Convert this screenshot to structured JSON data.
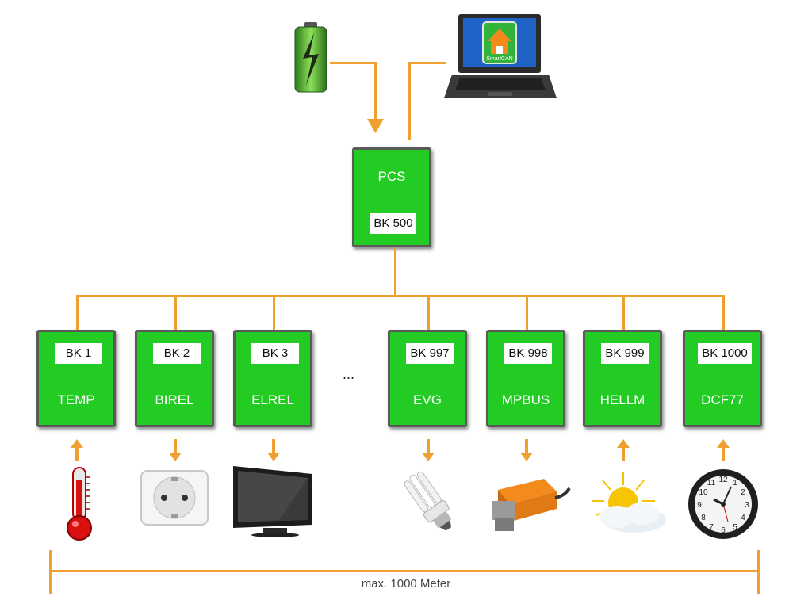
{
  "pcs": {
    "label": "PCS",
    "tag": "BK 500"
  },
  "modules": [
    {
      "tag": "BK 1",
      "label": "TEMP",
      "device_icon": "thermometer-icon",
      "flow": "up"
    },
    {
      "tag": "BK 2",
      "label": "BIREL",
      "device_icon": "power-socket-icon",
      "flow": "down"
    },
    {
      "tag": "BK 3",
      "label": "ELREL",
      "device_icon": "television-icon",
      "flow": "down"
    },
    {
      "tag": "BK 997",
      "label": "EVG",
      "device_icon": "energy-saving-lamp-icon",
      "flow": "down"
    },
    {
      "tag": "BK 998",
      "label": "MPBUS",
      "device_icon": "damper-actuator-icon",
      "flow": "down"
    },
    {
      "tag": "BK 999",
      "label": "HELLM",
      "device_icon": "sun-cloud-icon",
      "flow": "up"
    },
    {
      "tag": "BK 1000",
      "label": "DCF77",
      "device_icon": "clock-icon",
      "flow": "up"
    }
  ],
  "ellipsis": "...",
  "laptop_screen_text": "SmartCAN",
  "distance_label": "max. 1000 Meter",
  "colors": {
    "module_green": "#22cc22",
    "wire_orange": "#f0a030",
    "border_gray": "#5a5a5a"
  }
}
